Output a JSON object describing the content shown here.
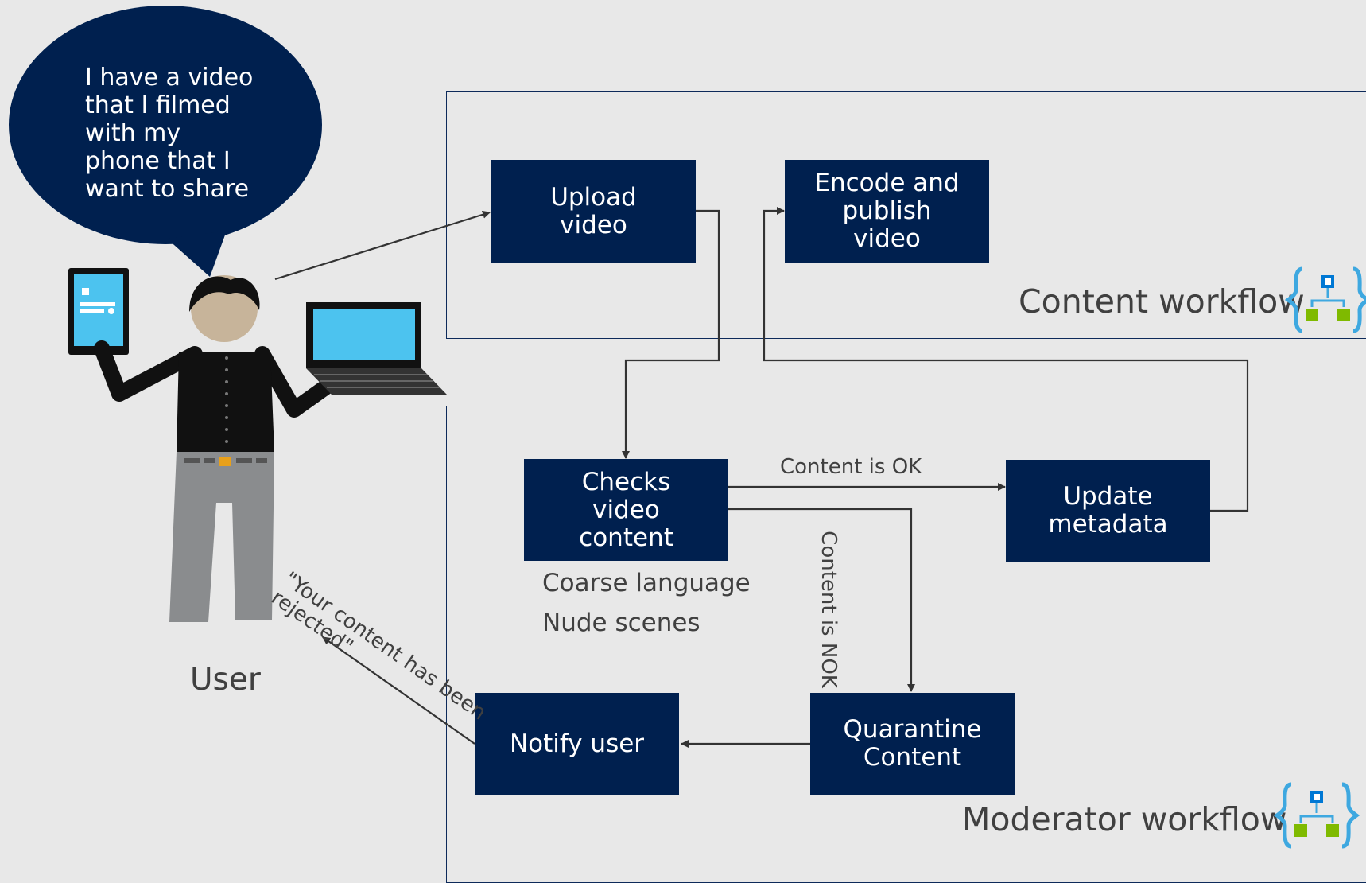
{
  "speech_bubble": {
    "text": "I have a video\nthat I filmed\nwith my\nphone that I\nwant to share"
  },
  "user_label": "User",
  "content_workflow": {
    "title": "Content workflow",
    "steps": {
      "upload": "Upload\nvideo",
      "encode": "Encode and\npublish\nvideo"
    }
  },
  "moderator_workflow": {
    "title": "Moderator workflow",
    "steps": {
      "check": "Checks\nvideo\ncontent",
      "update": "Update\nmetadata",
      "quarantine": "Quarantine\nContent",
      "notify": "Notify user"
    },
    "check_criteria": [
      "Coarse language",
      "Nude scenes"
    ]
  },
  "edge_labels": {
    "ok": "Content is OK",
    "nok": "Content is NOK",
    "rejected": "\"Your content has been\nrejected\""
  },
  "colors": {
    "box_fill": "#00204f",
    "background": "#e8e8e8",
    "workflow_icon_blue": "#0078d4",
    "workflow_icon_green": "#7fba00",
    "workflow_icon_brace": "#3ea8e0"
  },
  "icons": [
    "workflow-icon",
    "tablet-icon",
    "laptop-icon",
    "user-figure"
  ]
}
